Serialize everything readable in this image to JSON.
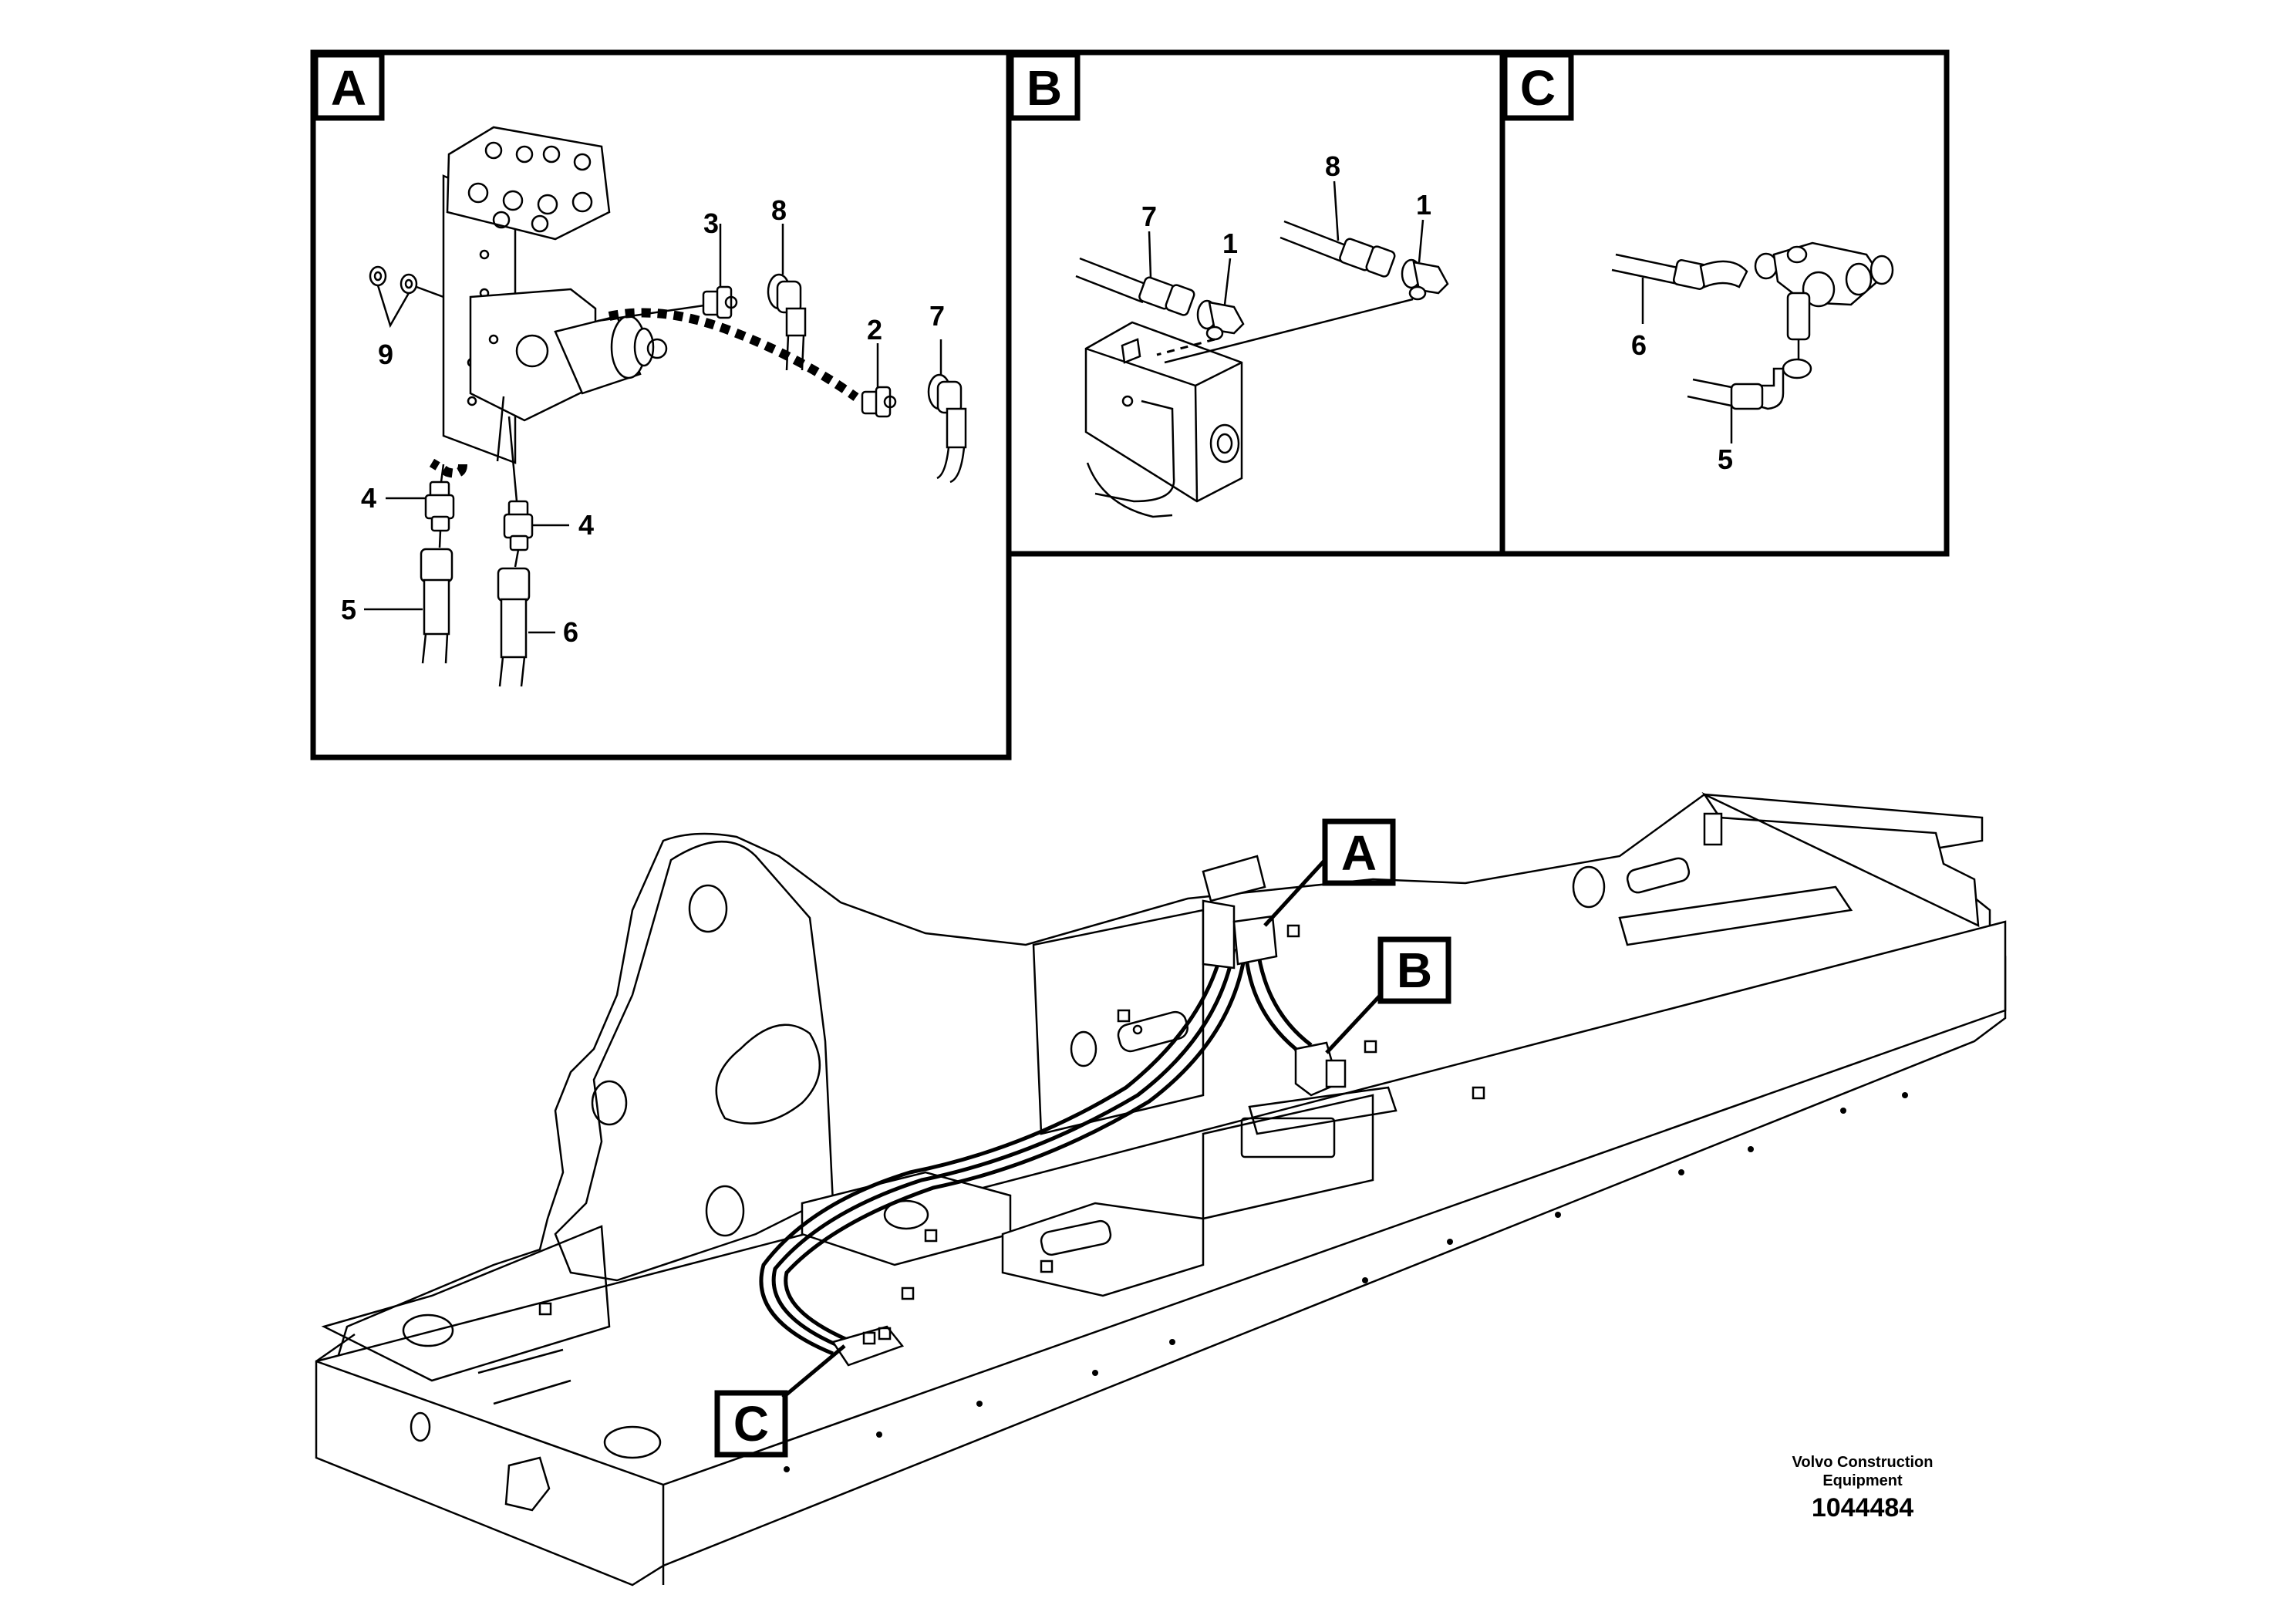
{
  "panels": [
    {
      "id": "A",
      "label": "A"
    },
    {
      "id": "B",
      "label": "B"
    },
    {
      "id": "C",
      "label": "C"
    }
  ],
  "callouts": {
    "a_9": "9",
    "a_3": "3",
    "a_8": "8",
    "a_2": "2",
    "a_7": "7",
    "a_4_left": "4",
    "a_4_right": "4",
    "a_5": "5",
    "a_6": "6",
    "b_7": "7",
    "b_1_left": "1",
    "b_8": "8",
    "b_1_right": "1",
    "c_6": "6",
    "c_5": "5"
  },
  "overview_tags": {
    "A": "A",
    "B": "B",
    "C": "C"
  },
  "footer": {
    "company_line1": "Volvo Construction",
    "company_line2": "Equipment",
    "drawing_number": "1044484"
  }
}
